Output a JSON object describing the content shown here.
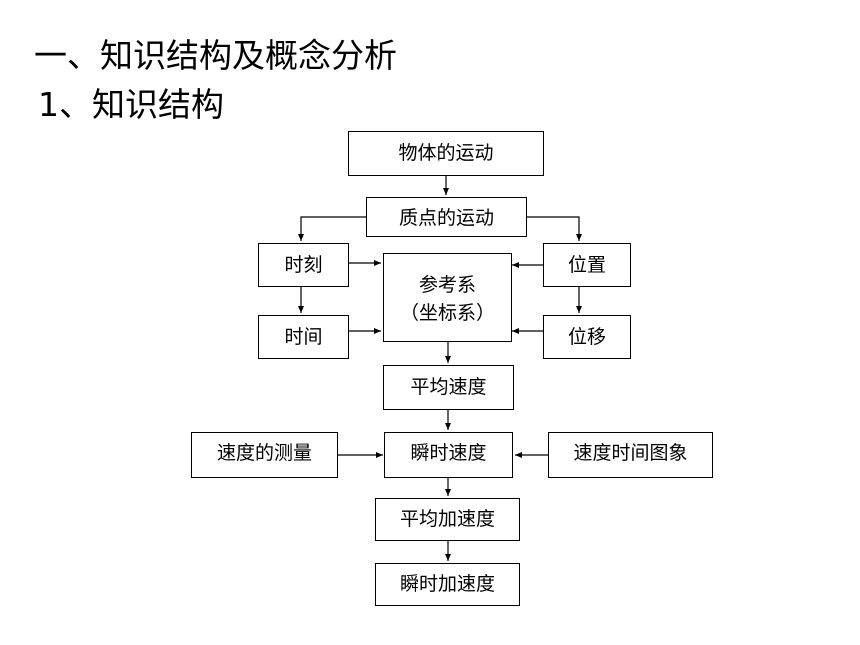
{
  "page": {
    "heading": "一、知识结构及概念分析",
    "subheading": "1、知识结构"
  },
  "diagram": {
    "nodes": {
      "object_motion": "物体的运动",
      "particle_motion": "质点的运动",
      "moment": "时刻",
      "time_interval": "时间",
      "position": "位置",
      "displacement": "位移",
      "reference_frame": "参考系",
      "coordinate_system": "（坐标系）",
      "average_velocity": "平均速度",
      "instantaneous_velocity": "瞬时速度",
      "velocity_measurement": "速度的测量",
      "velocity_time_graph": "速度时间图象",
      "average_acceleration": "平均加速度",
      "instantaneous_acceleration": "瞬时加速度"
    },
    "edges": [
      [
        "object_motion",
        "particle_motion"
      ],
      [
        "particle_motion",
        "moment"
      ],
      [
        "particle_motion",
        "position"
      ],
      [
        "moment",
        "time_interval"
      ],
      [
        "position",
        "displacement"
      ],
      [
        "moment",
        "reference_frame"
      ],
      [
        "time_interval",
        "reference_frame"
      ],
      [
        "position",
        "reference_frame"
      ],
      [
        "displacement",
        "reference_frame"
      ],
      [
        "reference_frame",
        "average_velocity"
      ],
      [
        "average_velocity",
        "instantaneous_velocity"
      ],
      [
        "velocity_measurement",
        "instantaneous_velocity"
      ],
      [
        "velocity_time_graph",
        "instantaneous_velocity"
      ],
      [
        "instantaneous_velocity",
        "average_acceleration"
      ],
      [
        "average_acceleration",
        "instantaneous_acceleration"
      ]
    ]
  }
}
